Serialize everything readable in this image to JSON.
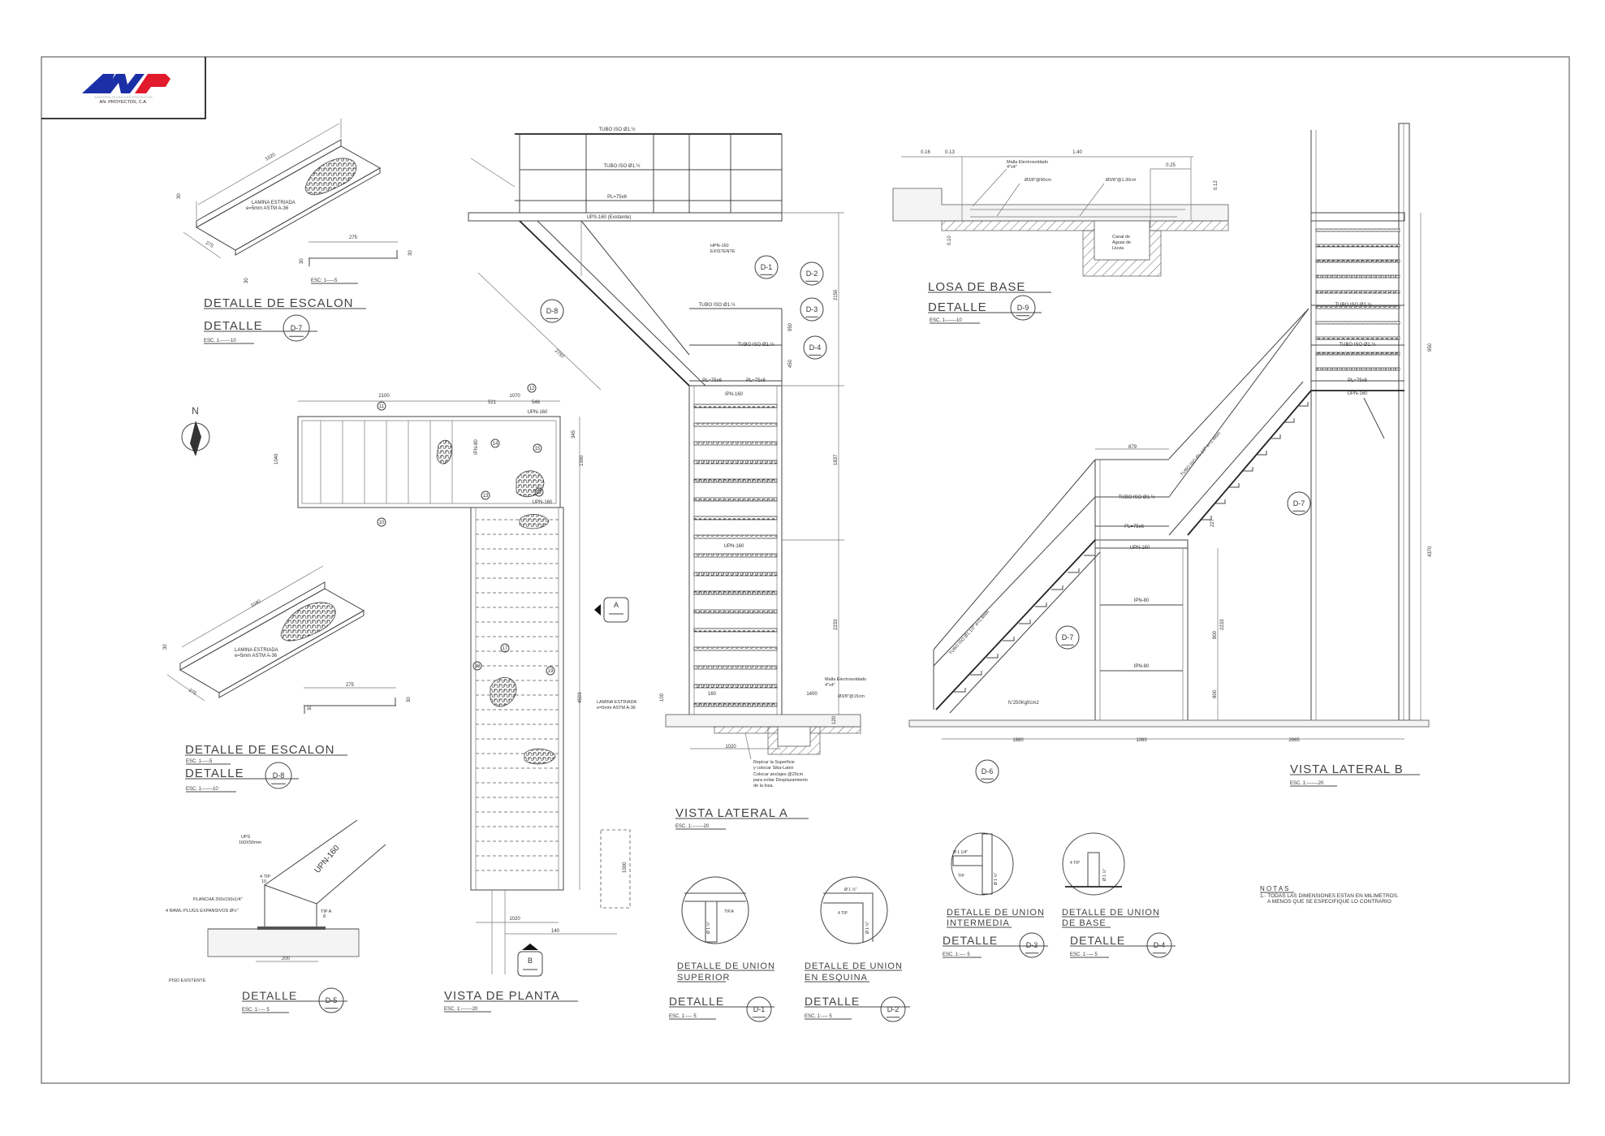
{
  "title_block": {
    "logo_text": "ANP",
    "tagline": "ASESORIA TECNICA EN PROYECTOS",
    "company": "AN. PROYECTOS, C.A.",
    "brand_colors": {
      "blue": "#1b2fa6",
      "red": "#e11a2c"
    }
  },
  "escalon_d7": {
    "title": "DETALLE DE ESCALON",
    "detail": "DETALLE",
    "tag": "D-7",
    "scale": "ESC. 1-------10",
    "note1": "LAMINA ESTRIADA",
    "note2": "e=5mm ASTM A-36",
    "dim_length": "1020",
    "dim_depth": "275",
    "dim_lip_back": "30",
    "dim_lip_front": "30",
    "sec_width": "275",
    "sec_left": "30",
    "sec_right": "30",
    "sec_scale": "ESC: 1-----5"
  },
  "escalon_d8": {
    "title": "DETALLE DE ESCALON",
    "sub_scale": "ESC. 1-----5",
    "detail": "DETALLE",
    "tag": "D-8",
    "scale": "ESC. 1-------10",
    "note1": "LAMINA ESTRIADA",
    "note2": "e=5mm ASTM A-36",
    "dim_length": "1040",
    "dim_depth": "275",
    "dim_lip": "30",
    "sec_width": "275",
    "sec_left": "30",
    "sec_right": "30"
  },
  "losa_d9": {
    "title": "LOSA DE BASE",
    "detail": "DETALLE",
    "tag": "D-9",
    "scale": "ESC. 1-------10",
    "d1": "0.16",
    "d2": "0.13",
    "d3": "1.40",
    "d4": "0.25",
    "d5": "0.12",
    "d6": "0.10",
    "malla": "Malla Electrosoldado",
    "malla_size": "4\"x4\"",
    "rebar1": "Ø3/8\"@90cm",
    "rebar2": "Ø3/8\"@1.30cm",
    "canal1": "Canal de",
    "canal2": "Aguas de",
    "canal3": "Lluvia"
  },
  "vista_lateral_a": {
    "title": "VISTA LATERAL A",
    "scale": "ESC. 1:-------20",
    "tubo_top": "TUBO ISO Ø1.½",
    "tubo_mid": "TUBO ISO Ø1.½",
    "pl_top": "PL=75x6",
    "ups": "UPS-160 (Existente)",
    "hpn1": "HPN-160",
    "hpn2": "EXISTENTE",
    "tubo_r1": "TUBO ISO Ø1.½",
    "tubo_r2": "TUBO ISO Ø1.½",
    "pl_l": "PL=75x6",
    "pl_r": "PL=75x6",
    "ipn": "IPN-160",
    "upn": "UPN-160",
    "dim_2150": "2150",
    "dim_1837": "1837",
    "dim_2233": "2233",
    "dim_950": "950",
    "dim_450": "450",
    "dim_2797": "2797",
    "dim_100": "100",
    "dim_160": "160",
    "dim_1400": "1400",
    "dim_120": "120",
    "dim_1020": "1020",
    "malla": "Malla Electrosoldado",
    "malla_size": "4\"x4\"",
    "rebar": "Ø3/8\"@15cm",
    "note1": "Repicar la Superficie",
    "note2": "y colocar Sika-Latex",
    "note3": "Colocar anclajes @20cm",
    "note4": "para evitar Desplazamiento",
    "note5": "de la losa.",
    "callouts": [
      "D-1",
      "D-2",
      "D-3",
      "D-4",
      "D-8"
    ]
  },
  "vista_planta": {
    "title": "VISTA DE PLANTA",
    "scale": "ESC. 1:-------20",
    "north": "N",
    "section_a": "A",
    "section_b": "B",
    "dim_2100": "2100",
    "dim_1070": "1070",
    "dim_521": "521",
    "dim_546": "546",
    "dim_1040": "1040",
    "dim_1590": "1590",
    "dim_345": "345",
    "dim_4593": "4593",
    "dim_1000": "1000",
    "dim_1020": "1020",
    "dim_140": "140",
    "upn_top": "UPN-160",
    "upn_mid": "UPN-160",
    "ipn_v": "IPN-80",
    "lamina1": "LAMINA ESTRIADA",
    "lamina2": "e=5mm ASTM A-36",
    "marks": [
      "11",
      "12",
      "13",
      "14",
      "15",
      "10",
      "17",
      "18",
      "19",
      "22"
    ]
  },
  "vista_lateral_b": {
    "title": "VISTA LATERAL B",
    "scale": "ESC. 1:-------20",
    "tubo_t1": "TUBO ISO Ø1.½",
    "tubo_t2": "TUBO ISO Ø1.½",
    "pl_t": "PL=75x6",
    "upn_t": "UPN-160",
    "dim_950": "950",
    "dim_4370": "4370",
    "dim_879": "879",
    "tubo_m": "TUBO ISO Ø1.½",
    "pl_m": "PL=75x6",
    "upn_m": "UPN-160",
    "ipn1": "IPN-80",
    "ipn2": "IPN-80",
    "dim_2233": "2233",
    "dim_800a": "800",
    "dim_800b": "800",
    "dim_227": "227",
    "concrete": "fc'250Kgf/cm2",
    "dim_1880": "1880",
    "dim_1060": "1060",
    "dim_2665": "2665",
    "rail_upper": "TUBO ISO Ø1.1/2\" e=1.4mm",
    "rail_lower": "TUBO ISO Ø1.1/2\" e=1.4mm",
    "callouts": [
      "D-7",
      "D-7",
      "D-6"
    ]
  },
  "detalle_d1": {
    "title1": "DETALLE DE UNION",
    "title2": "SUPERIOR",
    "detail": "DETALLE",
    "tag": "D-1",
    "scale": "ESC. 1:---- 5",
    "tip": "TIP.A",
    "pipe": "Ø 1 ½\""
  },
  "detalle_d2": {
    "title1": "DETALLE DE UNION",
    "title2": "EN ESQUINA",
    "detail": "DETALLE",
    "tag": "D-2",
    "scale": "ESC. 1:---- 5",
    "tip": "4 TIP",
    "pipe_h": "Ø 1 ½\"",
    "pipe_v": "Ø 1 ½\""
  },
  "detalle_d3": {
    "title1": "DETALLE DE UNION",
    "title2": "INTERMEDIA",
    "detail": "DETALLE",
    "tag": "D-3",
    "scale": "ESC. 1:---- 5",
    "pipe_h": "Ø 1 1/4\"",
    "pipe_v": "Ø 1 ½\"",
    "tip": "TIP"
  },
  "detalle_d4": {
    "title1": "DETALLE DE UNION",
    "title2": "DE BASE",
    "detail": "DETALLE",
    "tag": "D-4",
    "scale": "ESC. 1:---- 5",
    "tip": "4 TIP",
    "pipe": "Ø 1 ½\""
  },
  "detalle_d5": {
    "detail": "DETALLE",
    "tag": "D-5",
    "scale": "ESC. 1:---- 5",
    "ups1": "UPS",
    "ups2": "160X50mm",
    "upn": "UPN-160",
    "tip1": "4 TIP",
    "tip1b": "10",
    "plancha": "PLANCHA 200x150x1/4\"",
    "rawl": "4 RAWL-PLUGS EXPANSIVOS Ø½\"",
    "tip2": "TIP A",
    "tip2b": "8",
    "dim": "200",
    "piso": "PISO EXISTENTE"
  },
  "notas": {
    "title": "N O T A S",
    "line1": "1.- TODAS LAS DIMENSIONES ESTAN EN MILIMETROS.",
    "line2": "A MENOS QUE SE ESPECIFIQUE LO CONTRARIO"
  }
}
